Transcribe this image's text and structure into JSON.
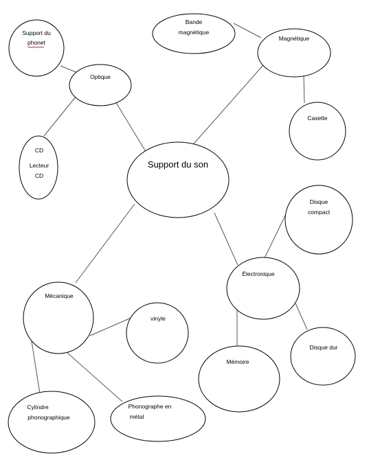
{
  "diagram": {
    "center": "Support du son",
    "optique": "Optique",
    "support_du_phonet": [
      "Support du",
      "phonet"
    ],
    "cd_node": [
      "CD",
      "Lecteur",
      "CD"
    ],
    "bande_magnetique": [
      "Bande",
      "magnétique"
    ],
    "magnetique": "Magnétique",
    "casette": "Casette",
    "disque_compact": [
      "Disque",
      "compact"
    ],
    "electronique": "Électronique",
    "memoire": "Mémoire",
    "disque_dur": "Disque dur",
    "mecanique": "Mécanique",
    "vinyle": "vinyle",
    "cylindre": [
      "Cylindre",
      "phonographique"
    ],
    "phonographe": [
      "Phonographe en",
      "métal"
    ]
  },
  "colors": {
    "stroke": "#000000",
    "edge": "#555555",
    "spellcheck": "#d32f2f"
  }
}
